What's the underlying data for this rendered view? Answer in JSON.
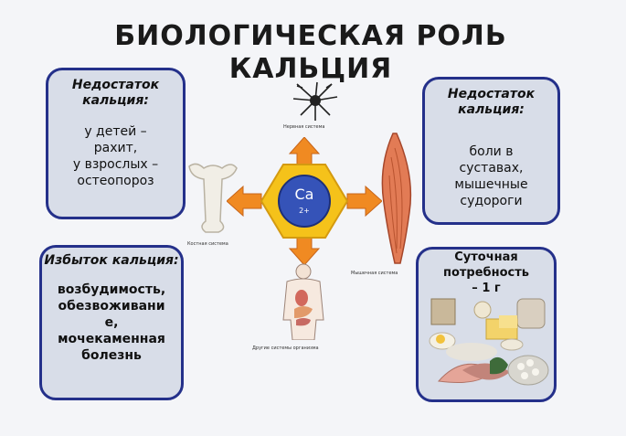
{
  "title": {
    "line1": "БИОЛОГИЧЕСКАЯ РОЛЬ",
    "line2": "КАЛЬЦИЯ"
  },
  "center": {
    "element": "Ca",
    "charge": "2+"
  },
  "cards": {
    "deficit_child": {
      "heading": "Недостаток кальция:",
      "lines": [
        "у детей –",
        "рахит,",
        "у взрослых –",
        "остеопороз"
      ]
    },
    "deficit_adult": {
      "heading": "Недостаток кальция:",
      "lines": [
        "боли в",
        "суставах,",
        "мышечные",
        "судороги"
      ]
    },
    "excess": {
      "heading": "Избыток кальция:",
      "lines": [
        "возбудимость,",
        "обезвоживани",
        "е,",
        "мочекаменная",
        "болезнь"
      ]
    },
    "daily": {
      "heading": [
        "Суточная",
        "потребность",
        "– 1 г"
      ]
    }
  },
  "captions": {
    "nervous": "Нервная система",
    "bone": "Костная система",
    "muscle": "Мышечная система",
    "other": "Другие системы организма"
  },
  "colors": {
    "card_border": "#24308a",
    "card_fill": "#d8dde8",
    "arrow": "#f08a22",
    "hexagon": "#f5c21a"
  }
}
